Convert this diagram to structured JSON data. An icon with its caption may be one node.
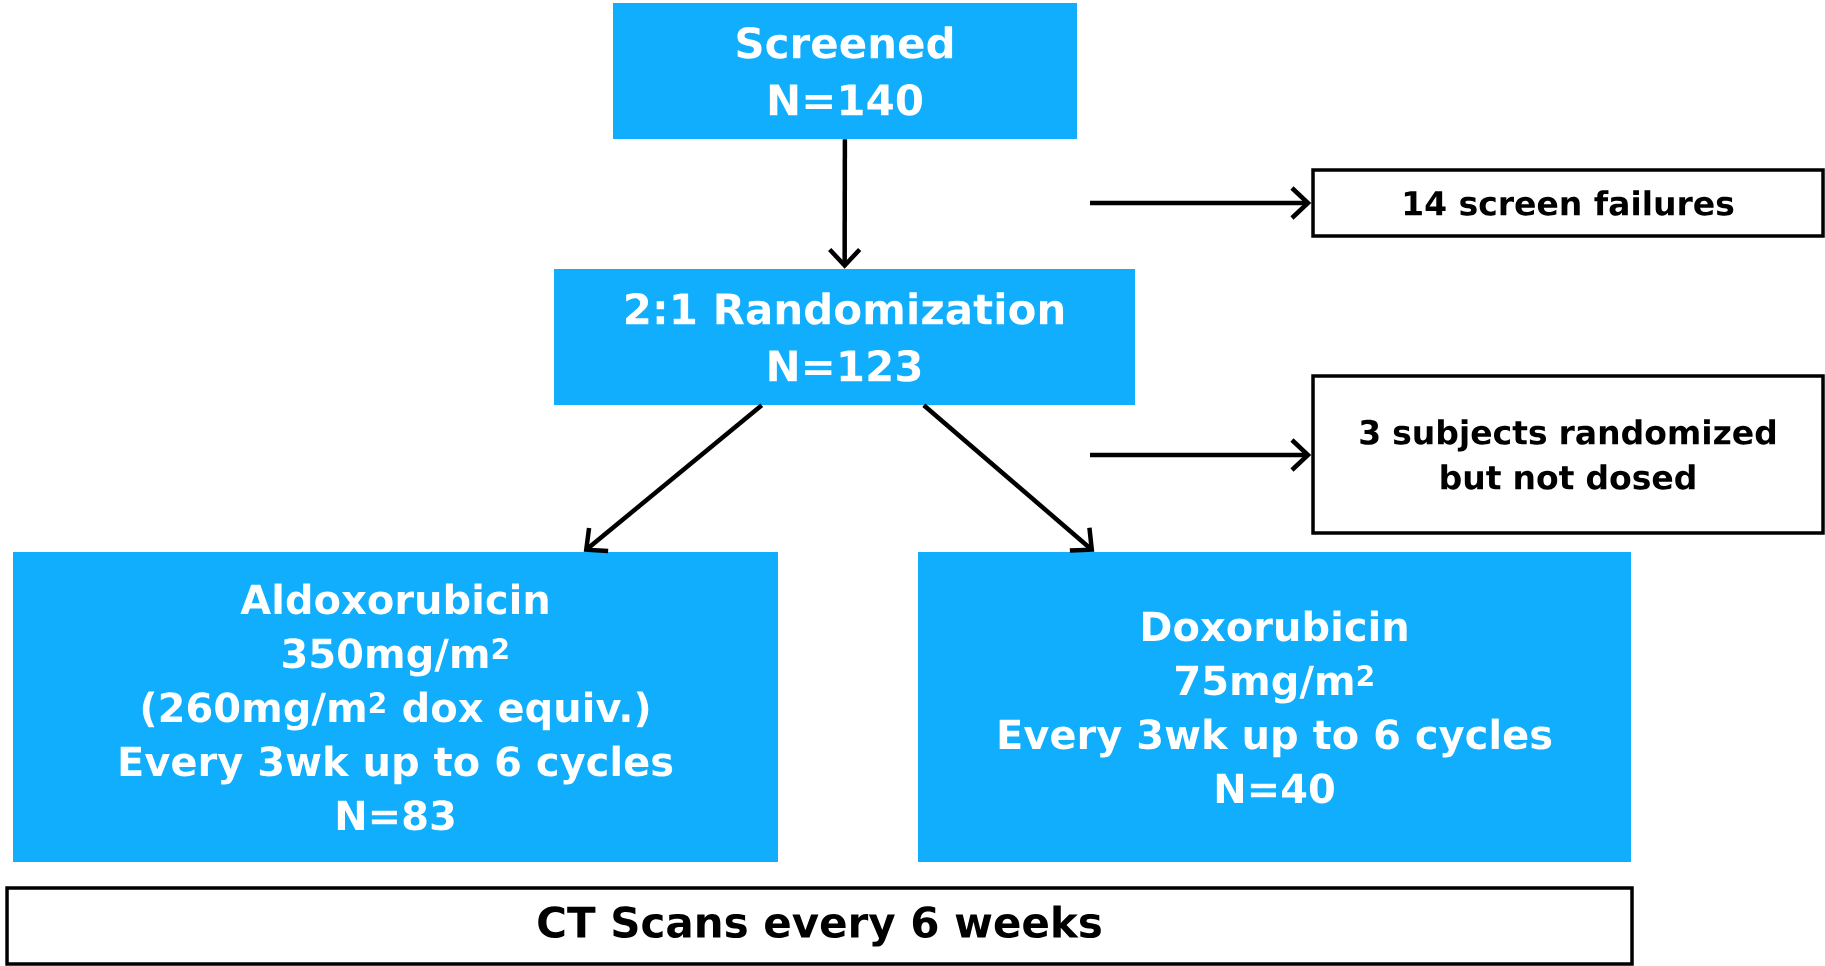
{
  "diagram": {
    "nodes": [
      {
        "text": [
          "Screened",
          "N=140"
        ]
      },
      {
        "text": [
          "14 screen failures"
        ]
      },
      {
        "text": [
          "2:1 Randomization",
          "N=123"
        ]
      },
      {
        "text": [
          "3 subjects randomized but not dosed"
        ]
      },
      {
        "text": [
          "Aldoxorubicin",
          "350mg/m$^{2}$",
          "(260mg/m$^{2}$ dox equiv.)",
          "Every 3wk up to 6 cycles",
          "N=83"
        ]
      },
      {
        "text": [
          "Doxorubicin",
          "75mg/m$^{2}$",
          "Every 3wk up to 6 cycles",
          "N=40"
        ]
      },
      {
        "text": [
          "CT Scans every 6 weeks"
        ]
      }
    ],
    "edges": [
      {
        "from": 0,
        "to": 2,
        "arrow": "to"
      },
      {
        "from": null,
        "to": 1,
        "arrow": "to"
      },
      {
        "from": 2,
        "to": 4,
        "arrow": "to"
      },
      {
        "from": 2,
        "to": 5,
        "arrow": "to"
      },
      {
        "from": null,
        "to": 3,
        "arrow": "to"
      }
    ]
  }
}
